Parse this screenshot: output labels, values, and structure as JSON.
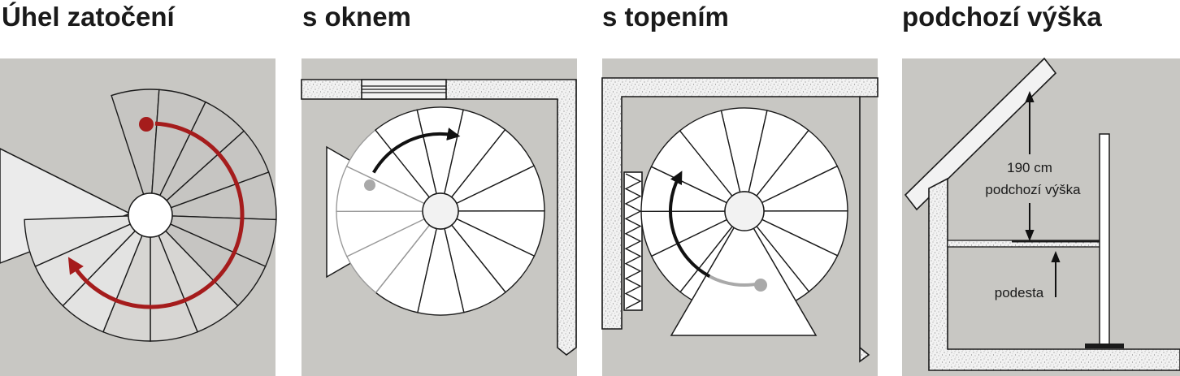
{
  "panels": [
    {
      "title": "Úhel zatočení"
    },
    {
      "title": "s oknem"
    },
    {
      "title": "s topením"
    },
    {
      "title": "podchozí výška"
    }
  ],
  "labels": {
    "height_value": "190 cm",
    "height_text": "podchozí výška",
    "landing": "podesta"
  },
  "colors": {
    "background": "#c8c7c3",
    "tread": "#ffffff",
    "tread_shaded": "#d7d6d3",
    "tread_dark": "#c6c5c2",
    "wall_fill": "#f2f2f2",
    "accent_arrow": "#a51c1c",
    "arrow_dark": "#111111",
    "arrow_grey": "#a9a9a9",
    "outline": "#1a1a1a"
  }
}
